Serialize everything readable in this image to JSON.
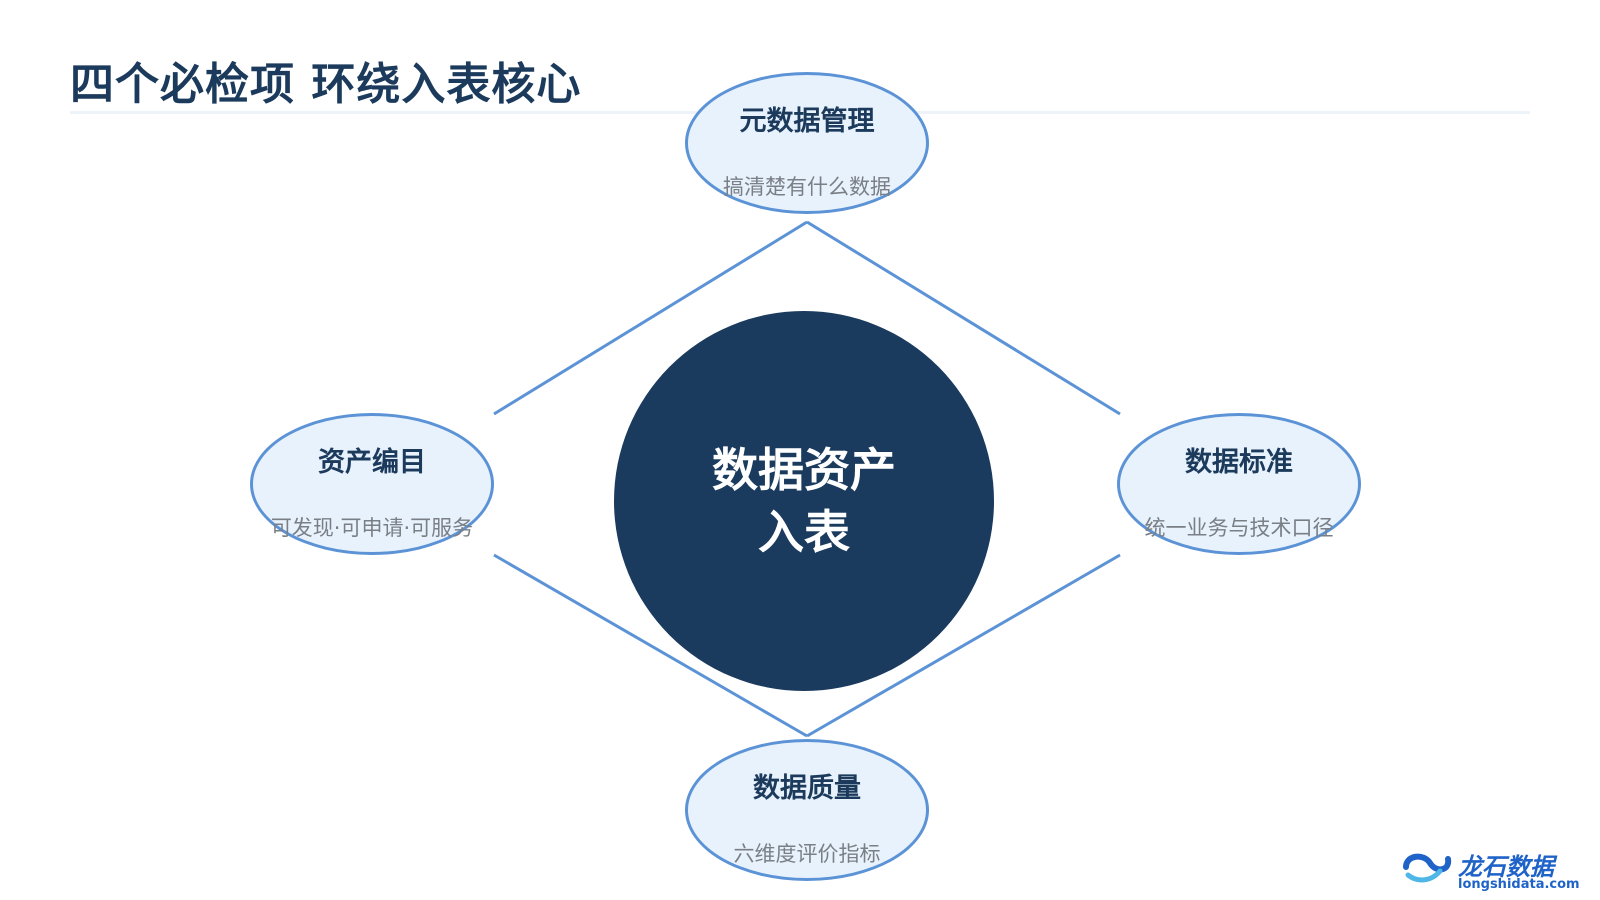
{
  "title": "四个必检项 环绕入表核心",
  "core": {
    "line1": "数据资产",
    "line2": "入表"
  },
  "nodes": {
    "top": {
      "title": "元数据管理",
      "subtitle": "搞清楚有什么数据"
    },
    "left": {
      "title": "资产编目",
      "subtitle": "可发现·可申请·可服务"
    },
    "right": {
      "title": "数据标准",
      "subtitle": "统一业务与技术口径"
    },
    "bottom": {
      "title": "数据质量",
      "subtitle": "六维度评价指标"
    }
  },
  "logo": {
    "name": "龙石数据",
    "url": "longshidata.com"
  },
  "colors": {
    "title": "#1b3a5c",
    "core_fill": "#1a3a5e",
    "node_fill": "#e8f2fc",
    "node_border": "#5b93d6",
    "connector": "#5b93d6",
    "subtitle": "#7a7f86",
    "brand": "#1f63c9"
  }
}
